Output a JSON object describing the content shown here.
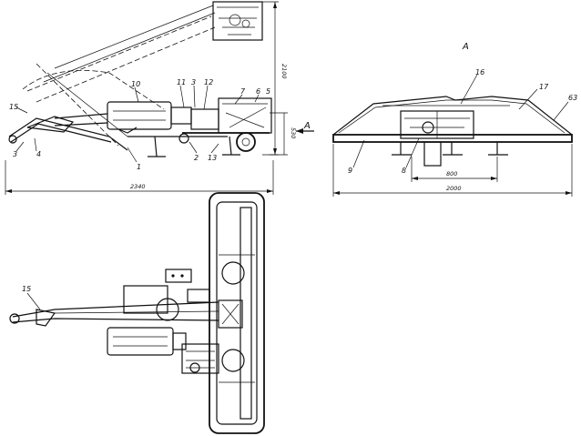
{
  "views": {
    "section_mark": "A",
    "arrow_mark": "A"
  },
  "side_view": {
    "labels": [
      "15",
      "10",
      "11",
      "3",
      "12",
      "7",
      "6",
      "5",
      "3",
      "4",
      "1",
      "2",
      "13"
    ],
    "dims": {
      "overall_length": "2340",
      "height": "2100",
      "low_height": "530"
    }
  },
  "front_view": {
    "labels": [
      "16",
      "17",
      "63",
      "9",
      "8"
    ],
    "dims": {
      "track": "800",
      "width": "2000"
    }
  },
  "top_view": {
    "labels": [
      "15"
    ]
  }
}
